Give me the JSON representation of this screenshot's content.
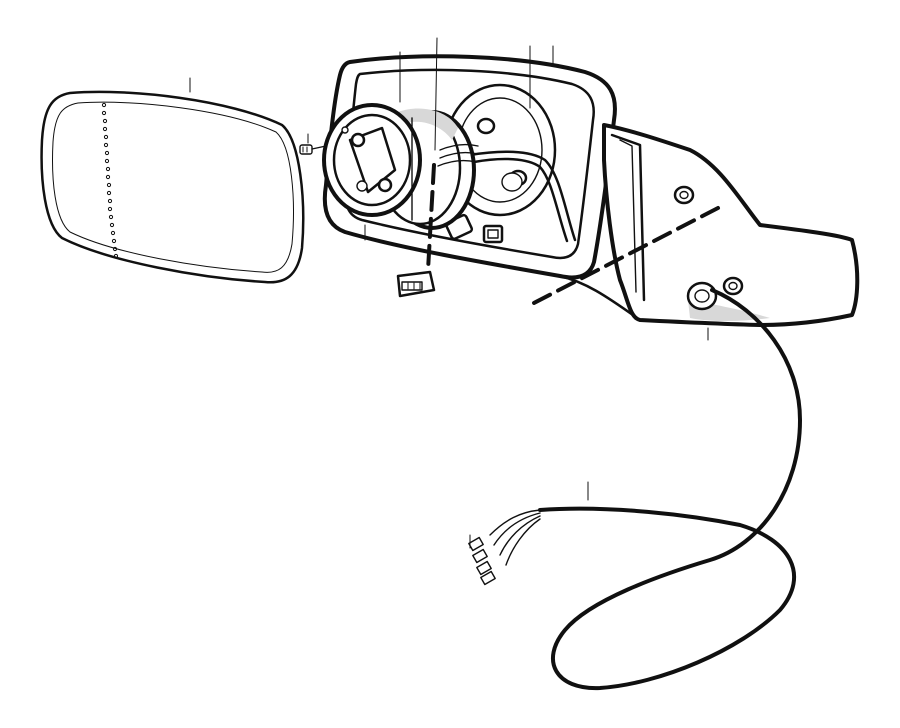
{
  "diagram": {
    "type": "exploded-parts-drawing",
    "subject": "door-mirror-assembly",
    "colors": {
      "ink": "#111111",
      "paper": "#ffffff",
      "shade": "#d8d8d8"
    },
    "parts": [
      {
        "name": "mirror-glass"
      },
      {
        "name": "retaining-screw"
      },
      {
        "name": "adjustment-motor"
      },
      {
        "name": "motor-housing-ring"
      },
      {
        "name": "mirror-housing"
      },
      {
        "name": "mounting-bracket"
      },
      {
        "name": "connector-plug"
      },
      {
        "name": "wiring-harness"
      },
      {
        "name": "harness-terminals"
      }
    ]
  }
}
